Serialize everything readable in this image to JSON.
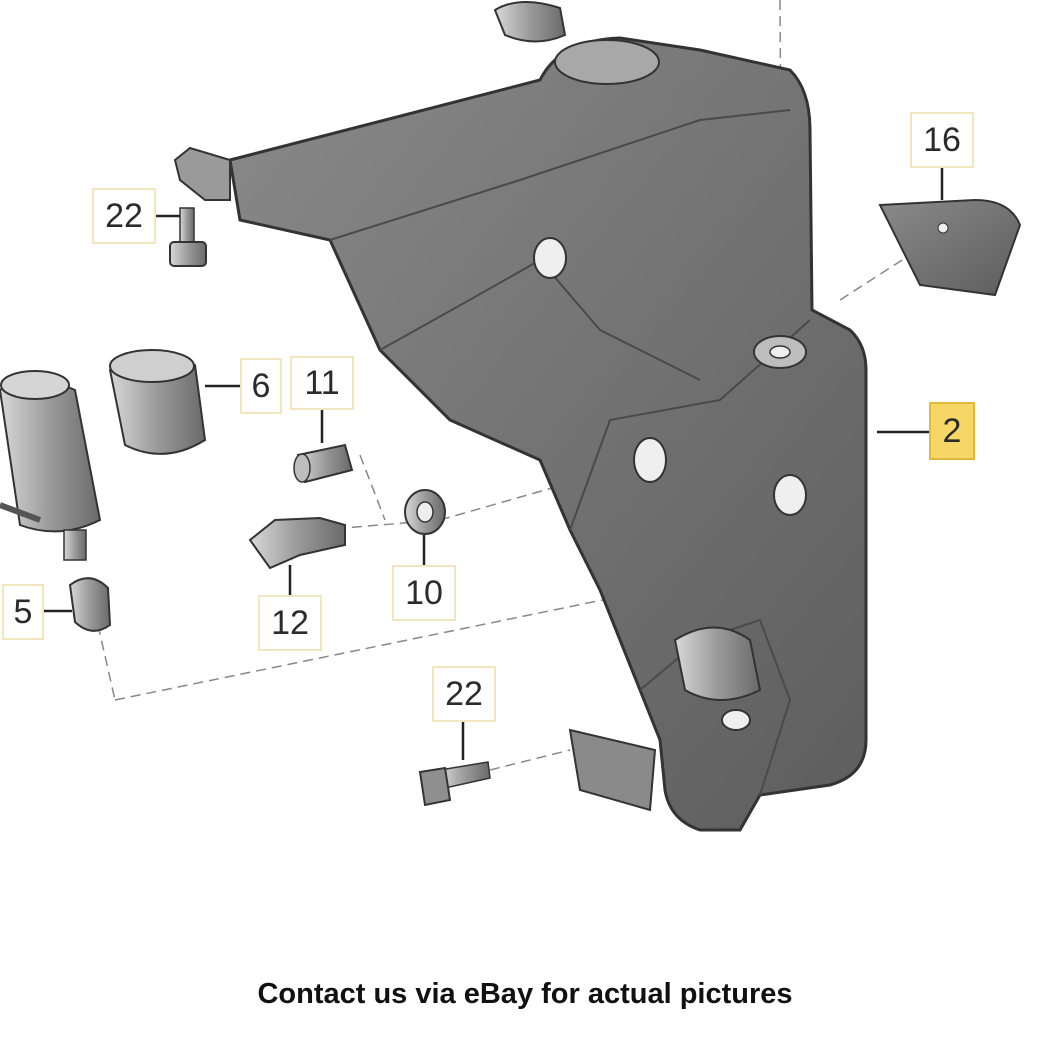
{
  "callouts": [
    {
      "id": "22a",
      "label": "22"
    },
    {
      "id": "6",
      "label": "6"
    },
    {
      "id": "11",
      "label": "11"
    },
    {
      "id": "16",
      "label": "16"
    },
    {
      "id": "2",
      "label": "2",
      "highlighted": true
    },
    {
      "id": "10",
      "label": "10"
    },
    {
      "id": "12",
      "label": "12"
    },
    {
      "id": "5",
      "label": "5"
    },
    {
      "id": "22b",
      "label": "22"
    }
  ],
  "caption": "Contact us via eBay for actual pictures",
  "colors": {
    "part_fill": "#6f6f6f",
    "part_light": "#9b9b9b",
    "line": "#3a3a3a",
    "callout_border": "#f3e6bf",
    "callout_highlight": "#f6d766"
  }
}
